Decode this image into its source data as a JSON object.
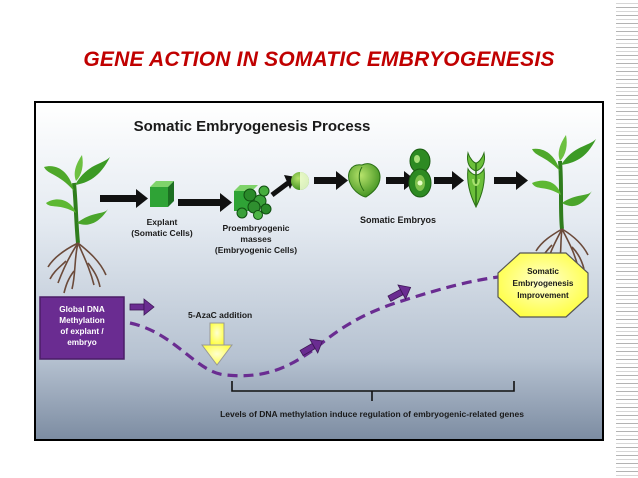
{
  "slide": {
    "title": "GENE ACTION IN SOMATIC EMBRYOGENESIS"
  },
  "diagram": {
    "title": "Somatic Embryogenesis Process",
    "explant": {
      "line1": "Explant",
      "line2": "(Somatic Cells)"
    },
    "proembryogenic": {
      "line1": "Proembryogenic",
      "line2": "masses",
      "line3": "(Embryogenic Cells)"
    },
    "somatic_embryos": "Somatic Embryos",
    "methylation_box": {
      "line1": "Global DNA",
      "line2": "Methylation",
      "line3": "of explant /",
      "line4": "embryo"
    },
    "azac": "5-AzaC addition",
    "improvement": {
      "line1": "Somatic",
      "line2": "Embryogenesis",
      "line3": "Improvement"
    },
    "bottom_caption": "Levels of DNA methylation induce regulation of embryogenic-related genes"
  },
  "colors": {
    "title_red": "#c00000",
    "purple": "#6a2c91",
    "green_dark": "#1f7a1f",
    "green_light": "#7cc243",
    "bg_top": "#e6ecf3",
    "bg_bottom": "#6f7f94",
    "yellow": "#ffff33",
    "root_brown": "#6b4a3a"
  },
  "icons": [
    "seedling-icon",
    "cube-icon",
    "cell-cluster-icon",
    "embryo-icon",
    "arrow-right-icon",
    "arrow-down-icon"
  ]
}
